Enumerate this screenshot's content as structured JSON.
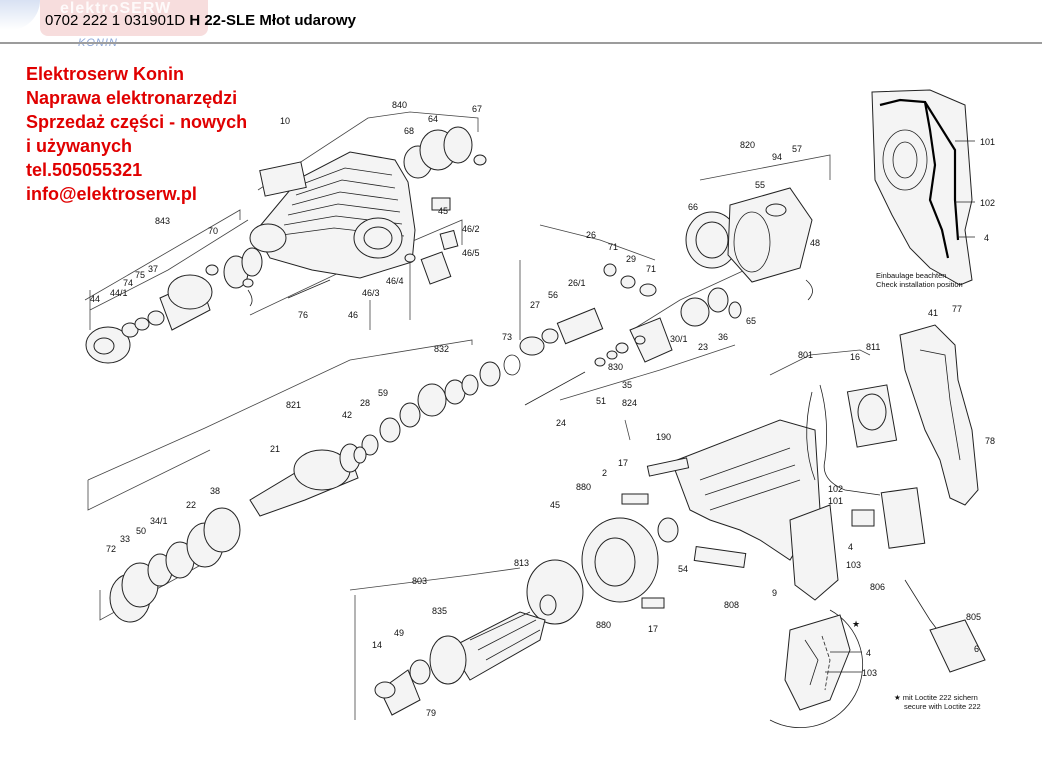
{
  "header": {
    "part_number": "0702 222 1 031901D",
    "model_title": "H 22-SLE Młot udarowy"
  },
  "logo": {
    "wordmark": "elektroSERW",
    "city": "KONIN"
  },
  "ad": {
    "lines": [
      "Elektroserw Konin",
      "Naprawa elektronarzędzi",
      "Sprzedaż części - nowych",
      "i używanych",
      "tel.505055321",
      "info@elektroserw.pl"
    ]
  },
  "inset_top": {
    "note_line1": "Einbaulage beachten",
    "note_line2": "Check installation position",
    "labels": [
      "101",
      "102",
      "4"
    ]
  },
  "inset_bottom": {
    "labels": [
      "4",
      "103"
    ],
    "star": "★"
  },
  "loctite": {
    "line1": "★ mit Loctite 222 sichern",
    "line2": "secure with Loctite 222"
  },
  "colors": {
    "ad_text": "#e00000",
    "header_rule": "#9c9c9c",
    "logo_city": "#8aa4d6"
  },
  "diagram": {
    "labels": [
      "840",
      "67",
      "68",
      "64",
      "10",
      "820",
      "57",
      "94",
      "55",
      "66",
      "48",
      "843",
      "70",
      "44",
      "44/1",
      "74",
      "75",
      "37",
      "76",
      "46",
      "46/3",
      "46/4",
      "46/5",
      "46/2",
      "45",
      "26",
      "71",
      "29",
      "71",
      "56",
      "26/1",
      "27",
      "30/1",
      "23",
      "36",
      "65",
      "832",
      "73",
      "59",
      "28",
      "42",
      "821",
      "21",
      "22",
      "38",
      "830",
      "35",
      "51",
      "24",
      "824",
      "801",
      "16",
      "811",
      "41",
      "77",
      "78",
      "72",
      "33",
      "50",
      "34/1",
      "190",
      "17",
      "880",
      "2",
      "45",
      "813",
      "54",
      "808",
      "9",
      "803",
      "835",
      "49",
      "14",
      "79",
      "880",
      "17",
      "102",
      "101",
      "4",
      "103",
      "806",
      "805",
      "6"
    ]
  }
}
